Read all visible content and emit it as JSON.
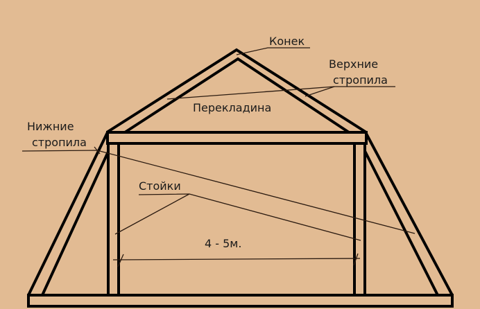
{
  "diagram": {
    "title": "Mansard roof rafter system",
    "background": "#E2BB93",
    "line_color": "#000000",
    "labels": {
      "ridge": "Конек",
      "upper_rafters_line1": "Верхние",
      "upper_rafters_line2": "стропила",
      "crossbar": "Перекладина",
      "lower_rafters_line1": "Нижние",
      "lower_rafters_line2": "стропила",
      "posts": "Стойки",
      "span": "4 - 5м."
    }
  }
}
